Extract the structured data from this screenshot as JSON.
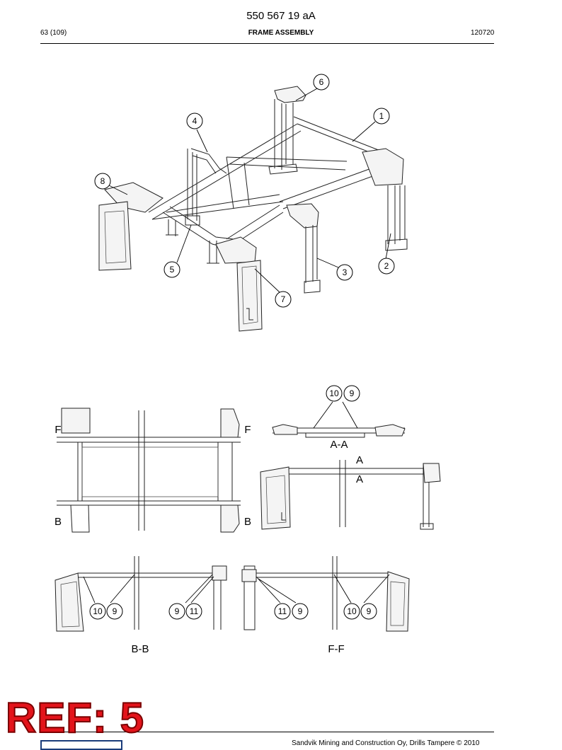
{
  "header": {
    "doc_number": "550 567 19 aA",
    "page": "63 (109)",
    "title": "FRAME ASSEMBLY",
    "date": "120720"
  },
  "callouts_iso": [
    "1",
    "2",
    "3",
    "4",
    "5",
    "6",
    "7",
    "8"
  ],
  "views": {
    "a_a_label": "A-A",
    "a_a_callouts": [
      "10",
      "9"
    ],
    "a_marker": "A",
    "b_marker": "B",
    "f_marker": "F",
    "b_b_label": "B-B",
    "b_b_callouts": [
      "10",
      "9",
      "9",
      "11"
    ],
    "f_f_label": "F-F",
    "f_f_callouts": [
      "11",
      "9",
      "10",
      "9"
    ]
  },
  "footer": {
    "stamp": "REF: 5",
    "copyright": "Sandvik Mining and Construction Oy, Drills Tampere © 2010"
  }
}
